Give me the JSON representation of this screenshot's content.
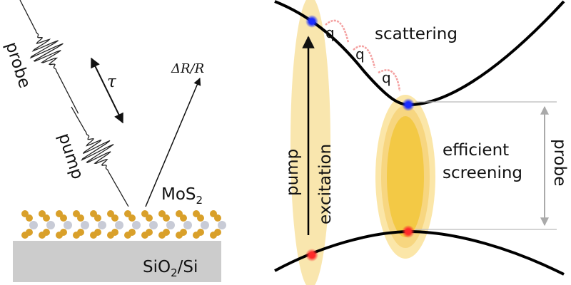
{
  "left_panel": {
    "probe_label": "probe",
    "pump_label": "pump",
    "delay_label": "τ",
    "signal_label": "ΔR/R",
    "material_label": "MoS",
    "material_subscript": "2",
    "substrate_label_a": "SiO",
    "substrate_subscript": "2",
    "substrate_label_b": "/Si"
  },
  "right_panel": {
    "scattering_label": "scattering",
    "phonon_labels": [
      "q",
      "q",
      "q"
    ],
    "pump_label": "pump",
    "excitation_label": "excitation",
    "screening_line1": "efficient",
    "screening_line2": "screening",
    "probe_label": "probe"
  },
  "colors": {
    "electron": "#1a2cff",
    "hole": "#ff2a2a",
    "glow": "#f5d77a",
    "phonon": "#f4a0a0",
    "substrate": "#cccccc",
    "sulfur": "#d9a02a",
    "molybdenum": "#c8cbd6"
  }
}
